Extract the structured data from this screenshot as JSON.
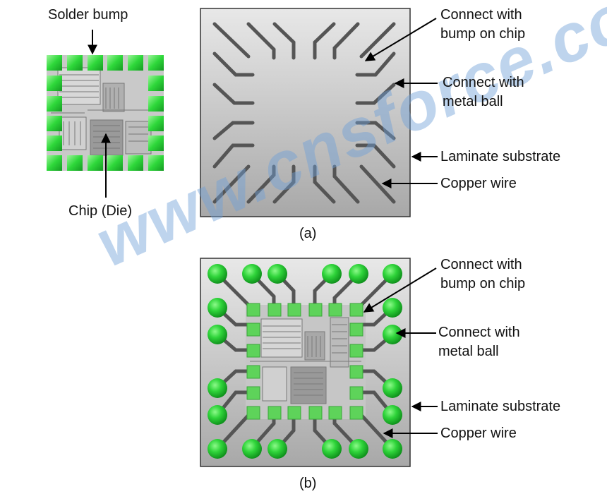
{
  "labels": {
    "solder_bump": "Solder bump",
    "chip_die": "Chip (Die)",
    "connect_bump": "Connect with\nbump on chip",
    "connect_ball": "Connect with\nmetal ball",
    "laminate": "Laminate substrate",
    "copper": "Copper wire",
    "caption_a": "(a)",
    "caption_b": "(b)"
  },
  "watermark": "www.cnsforce.com",
  "colors": {
    "bump_green": "#2fd43a",
    "pad_green": "#5ed35a",
    "substrate_top": "#e6e6e6",
    "substrate_bottom": "#a9a9a9",
    "trace": "#555555",
    "watermark": "#6ea0d7"
  }
}
